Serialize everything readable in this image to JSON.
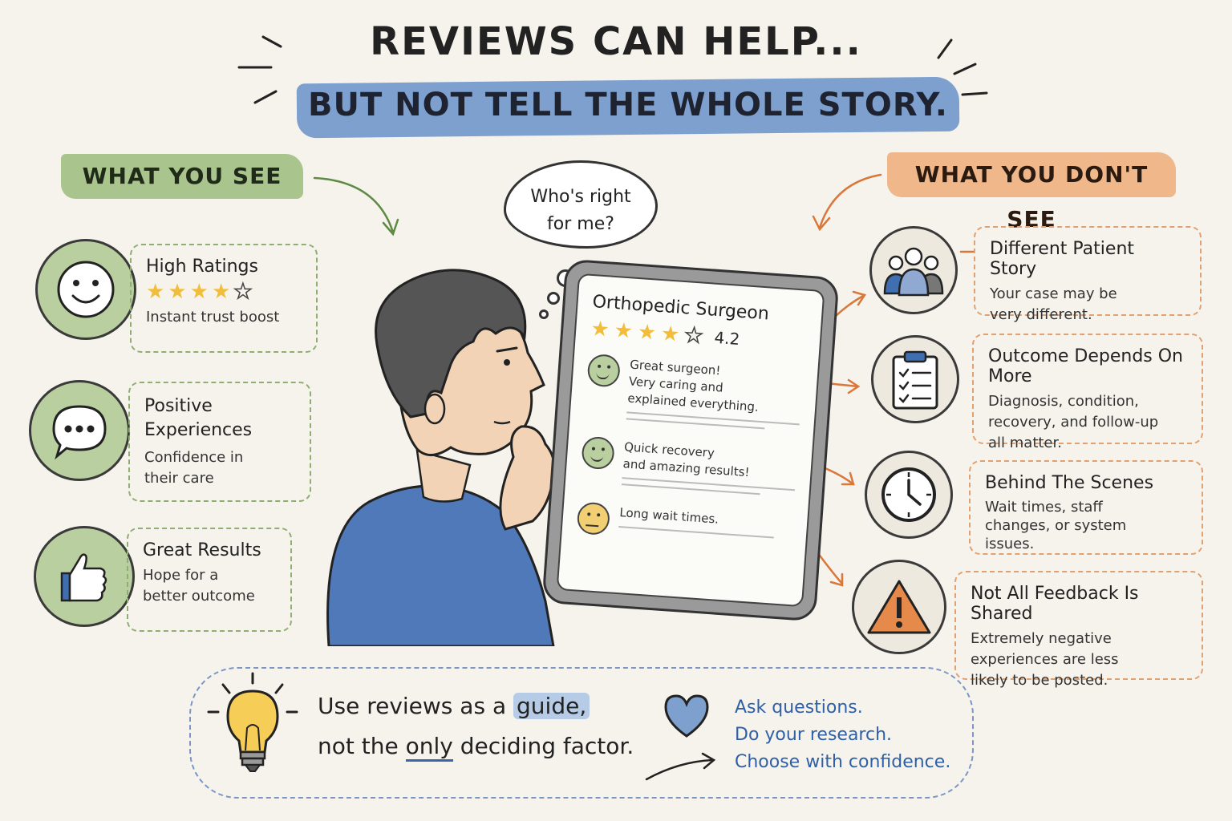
{
  "title": {
    "main": "REVIEWS CAN HELP...",
    "sub": "BUT NOT TELL THE WHOLE STORY."
  },
  "left": {
    "heading": "WHAT YOU SEE",
    "items": [
      {
        "icon": "smiley-face-icon",
        "title": "High Ratings",
        "rating": 4,
        "body": "Instant trust boost"
      },
      {
        "icon": "speech-bubble-icon",
        "title": "Positive\nExperiences",
        "body": "Confidence in\ntheir care"
      },
      {
        "icon": "thumbs-up-icon",
        "title": "Great Results",
        "body": "Hope for a\nbetter outcome"
      }
    ]
  },
  "center": {
    "thought": "Who's right\nfor me?",
    "tablet": {
      "title": "Orthopedic Surgeon",
      "rating": 4,
      "score": "4.2",
      "reviews": [
        {
          "mood": "happy",
          "text": "Great surgeon!\nVery caring and\nexplained everything."
        },
        {
          "mood": "happy",
          "text": "Quick recovery\nand amazing results!"
        },
        {
          "mood": "neutral",
          "text": "Long wait times."
        }
      ]
    }
  },
  "right": {
    "heading": "WHAT YOU DON'T SEE",
    "items": [
      {
        "icon": "people-group-icon",
        "title": "Different Patient Story",
        "body": "Your case may be\nvery different."
      },
      {
        "icon": "clipboard-checklist-icon",
        "title": "Outcome Depends On More",
        "body": "Diagnosis, condition,\nrecovery, and follow-up\nall matter."
      },
      {
        "icon": "clock-icon",
        "title": "Behind The Scenes",
        "body": "Wait times, staff\nchanges, or system\nissues."
      },
      {
        "icon": "warning-triangle-icon",
        "title": "Not All Feedback Is Shared",
        "body": "Extremely negative\nexperiences are less\nlikely to be posted."
      }
    ]
  },
  "tip": {
    "line1_a": "Use reviews as a ",
    "line1_hl": "guide,",
    "line2_a": "not the ",
    "line2_ul": "only",
    "line2_b": " deciding factor.",
    "actions": [
      "Ask questions.",
      "Do your research.",
      "Choose with confidence."
    ]
  },
  "colors": {
    "background": "#f6f3ec",
    "green": "#a9c48d",
    "orange": "#f0b78a",
    "blue": "#7ea0cf",
    "star": "#f2bd3b"
  }
}
